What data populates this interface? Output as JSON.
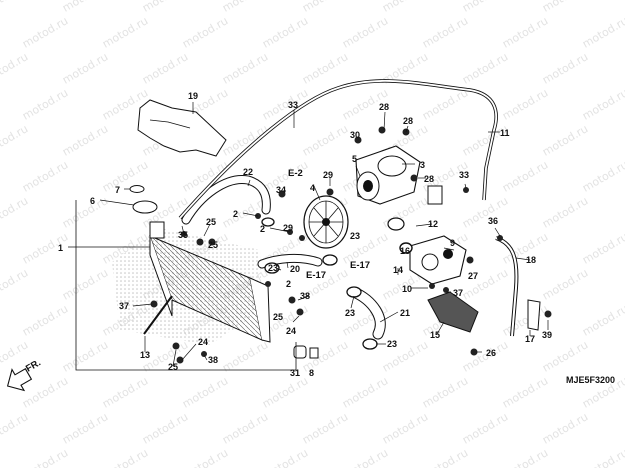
{
  "watermark": "motod.ru",
  "diagram_code": "MJE5F3200",
  "front_label": "FR.",
  "callouts": [
    "1",
    "2",
    "2",
    "2",
    "3",
    "4",
    "5",
    "6",
    "7",
    "8",
    "9",
    "10",
    "11",
    "12",
    "13",
    "14",
    "15",
    "16",
    "17",
    "18",
    "19",
    "20",
    "21",
    "22",
    "23",
    "23",
    "23",
    "23",
    "24",
    "24",
    "25",
    "25",
    "25",
    "25",
    "26",
    "27",
    "28",
    "28",
    "28",
    "29",
    "29",
    "30",
    "31",
    "33",
    "33",
    "34",
    "35",
    "36",
    "37",
    "37",
    "38",
    "38",
    "39"
  ],
  "refs": [
    "E-2",
    "E-17",
    "E-17"
  ],
  "colors": {
    "line": "#111111",
    "shade": "#cfcfcf",
    "watermark": "#e3e3e3"
  }
}
